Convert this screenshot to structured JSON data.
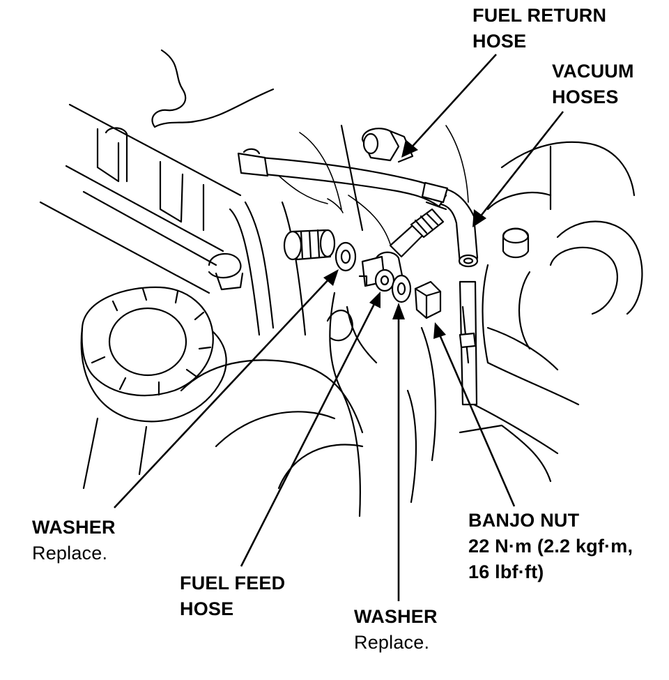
{
  "labels": {
    "fuel_return_hose": {
      "line1": "FUEL RETURN",
      "line2": "HOSE"
    },
    "vacuum_hoses": {
      "line1": "VACUUM",
      "line2": "HOSES"
    },
    "washer_left": {
      "title": "WASHER",
      "note": "Replace."
    },
    "fuel_feed_hose": {
      "line1": "FUEL FEED",
      "line2": "HOSE"
    },
    "washer_bottom": {
      "title": "WASHER",
      "note": "Replace."
    },
    "banjo_nut": {
      "title": "BANJO NUT",
      "torque_line1": "22 N·m (2.2 kgf·m,",
      "torque_line2": "16 lbf·ft)"
    }
  },
  "colors": {
    "ink": "#000000",
    "paper": "#ffffff"
  }
}
